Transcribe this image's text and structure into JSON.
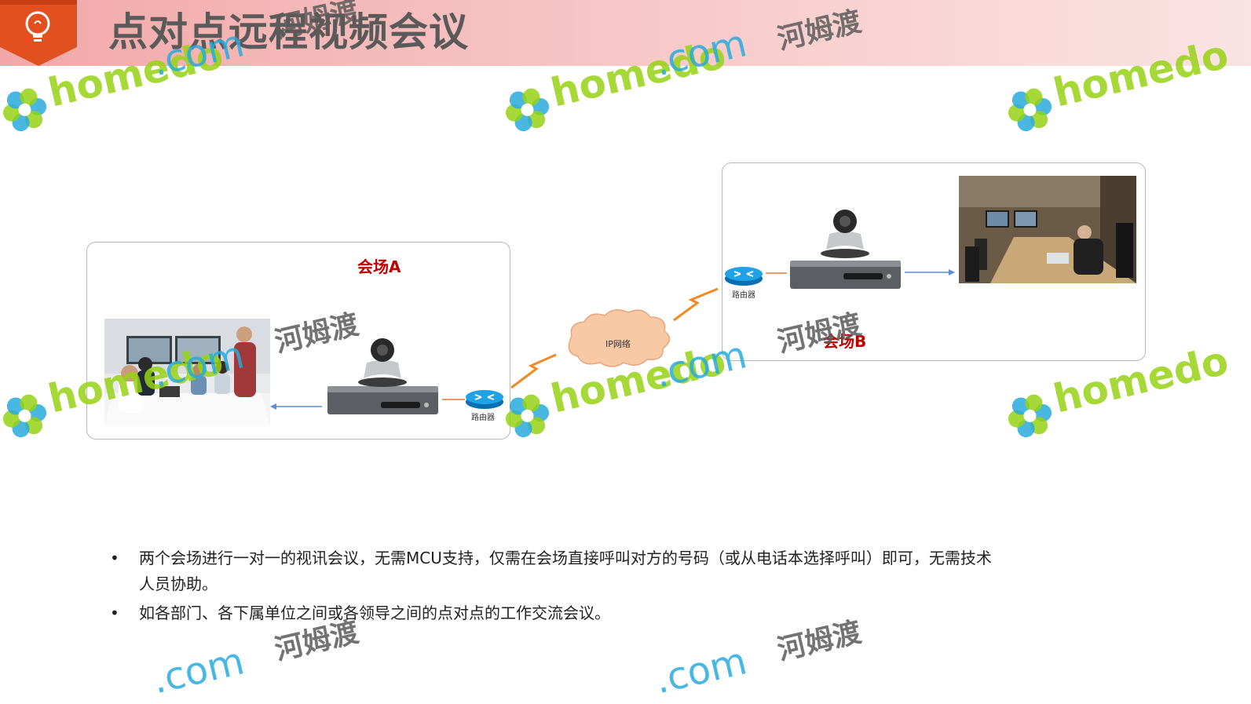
{
  "title": "点对点远程视频会议",
  "diagram": {
    "site_a_label": "会场A",
    "site_b_label": "会场B",
    "network_label": "IP网络",
    "router_label": "路由器"
  },
  "bullets": [
    {
      "line1": "两个会场进行一对一的视讯会议，无需MCU支持，仅需在会场直接呼叫对方的号码（或从电话本选择呼叫）即可，无需技术",
      "line2": "人员协助。"
    },
    {
      "line1": "如各部门、各下属单位之间或各领导之间的点对点的工作交流会议。"
    }
  ],
  "bullet_symbol": "•",
  "watermark": {
    "brand": "homedo",
    "domain": ".com",
    "chinese": "河姆渡"
  },
  "colors": {
    "accent_red": "#c00000",
    "header_badge": "#e2501f",
    "watermark_green": "#96d214",
    "watermark_blue": "#28aadc"
  },
  "icons": [
    "lightbulb-icon",
    "camera-icon",
    "codec-box-icon",
    "router-icon",
    "cloud-icon",
    "lightning-icon",
    "flower-logo-icon"
  ]
}
